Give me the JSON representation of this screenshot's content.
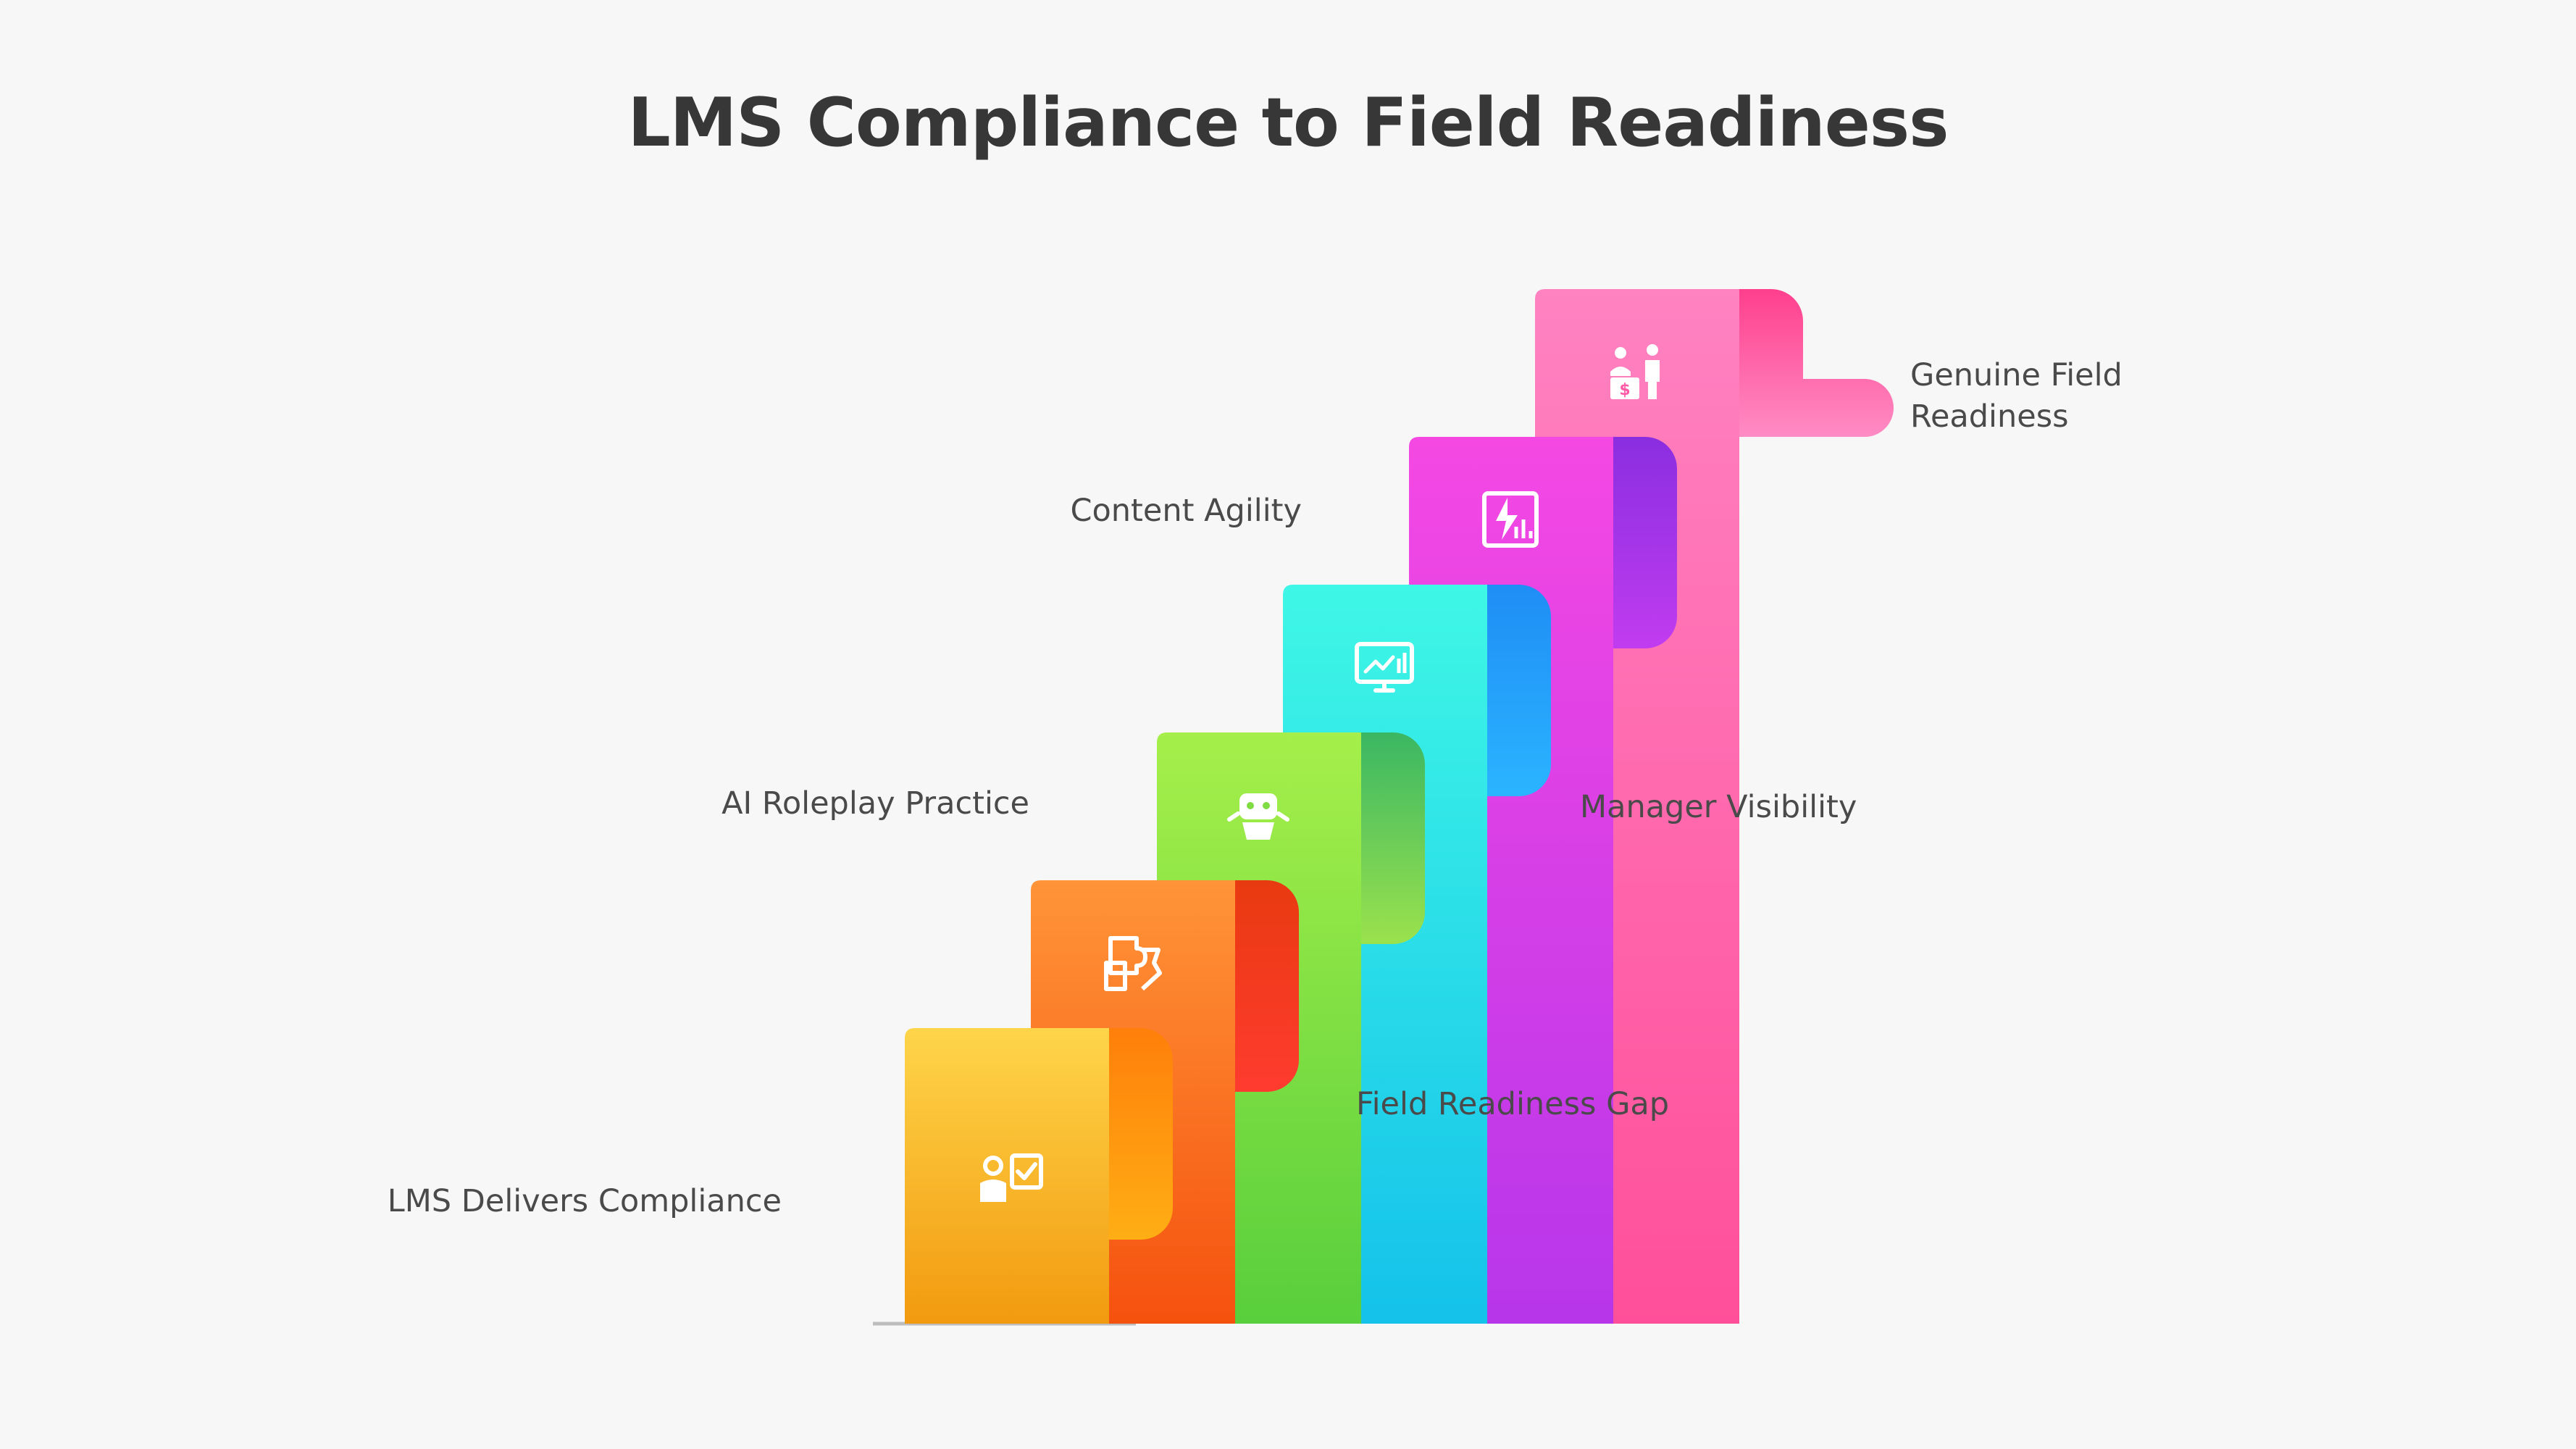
{
  "title": "LMS Compliance to Field Readiness",
  "steps": [
    {
      "label": "LMS Delivers Compliance",
      "icon": "presenter-checklist-icon",
      "colors": {
        "face_top": "#ffd54a",
        "face_bottom": "#f29a0f",
        "curl_top": "#ff7f0a",
        "curl_bottom": "#ffae14"
      }
    },
    {
      "label": "Field Readiness Gap",
      "icon": "puzzle-pieces-icon",
      "colors": {
        "face_top": "#ff9438",
        "face_bottom": "#f5510e",
        "curl_top": "#e83a10",
        "curl_bottom": "#ff3b2f"
      }
    },
    {
      "label": "AI Roleplay Practice",
      "icon": "robot-icon",
      "colors": {
        "face_top": "#a6ef4a",
        "face_bottom": "#58cf3c",
        "curl_top": "#3ab763",
        "curl_bottom": "#9be24d"
      }
    },
    {
      "label": "Manager Visibility",
      "icon": "monitor-chart-icon",
      "colors": {
        "face_top": "#3ff7e6",
        "face_bottom": "#14c2ea",
        "curl_top": "#1f8df5",
        "curl_bottom": "#2ab4ff"
      }
    },
    {
      "label": "Content Agility",
      "icon": "lightning-report-icon",
      "colors": {
        "face_top": "#f548e3",
        "face_bottom": "#b736ea",
        "curl_top": "#8a2ee0",
        "curl_bottom": "#c13cf0"
      }
    },
    {
      "label_lines": [
        "Genuine Field",
        "Readiness"
      ],
      "icon": "people-transaction-icon",
      "colors": {
        "face_top": "#ff82c1",
        "face_bottom": "#ff4f9a",
        "curl_top": "#ff3f8d",
        "curl_bottom": "#ff8cc4"
      }
    }
  ]
}
